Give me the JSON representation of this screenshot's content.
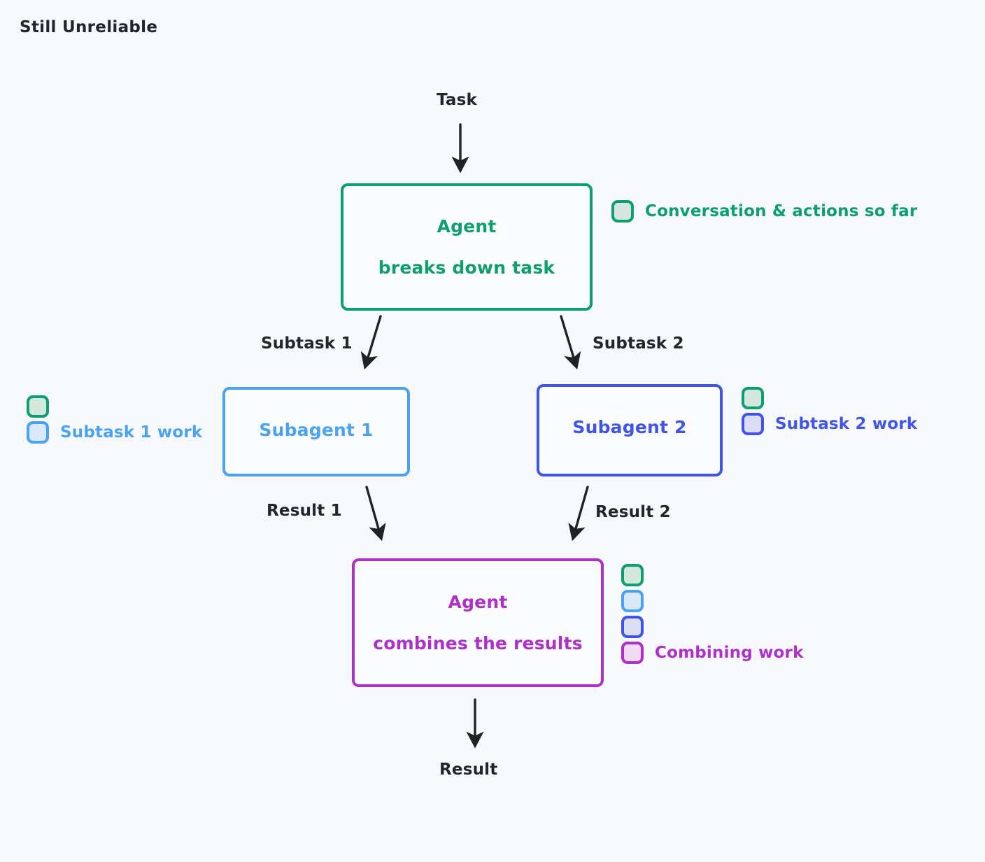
{
  "title": "Still Unreliable",
  "background_color": "#f7f8fc",
  "palette": {
    "green": "#0e9f6e",
    "green_fill": "#d3e7de",
    "blue": "#4aa3f0",
    "blue_fill": "#d9e8f8",
    "indigo": "#4055e8",
    "indigo_fill": "#dcdef5",
    "purple": "#ae30c8",
    "purple_fill": "#f0dbf2",
    "text": "#22262c"
  },
  "nodes": {
    "orchestrator": {
      "line1": "Agent",
      "line2": "breaks down task",
      "color": "#0e9f6e"
    },
    "subagent_1": {
      "label": "Subagent 1",
      "color": "#4aa3f0"
    },
    "subagent_2": {
      "label": "Subagent 2",
      "color": "#4055e8"
    },
    "combiner": {
      "line1": "Agent",
      "line2": "combines the results",
      "color": "#ae30c8"
    }
  },
  "endpoints": {
    "task": "Task",
    "result": "Result"
  },
  "edges": {
    "subtask_1": "Subtask 1",
    "subtask_2": "Subtask 2",
    "result_1": "Result 1",
    "result_2": "Result 2"
  },
  "legends": {
    "conversation": {
      "label": "Conversation & actions so far",
      "swatches": [
        "green"
      ]
    },
    "subtask_1_work": {
      "label": "Subtask 1 work",
      "swatches": [
        "green",
        "blue"
      ]
    },
    "subtask_2_work": {
      "label": "Subtask 2 work",
      "swatches": [
        "green",
        "indigo"
      ]
    },
    "combining_work": {
      "label": "Combining work",
      "swatches": [
        "green",
        "blue",
        "indigo",
        "purple"
      ]
    }
  }
}
